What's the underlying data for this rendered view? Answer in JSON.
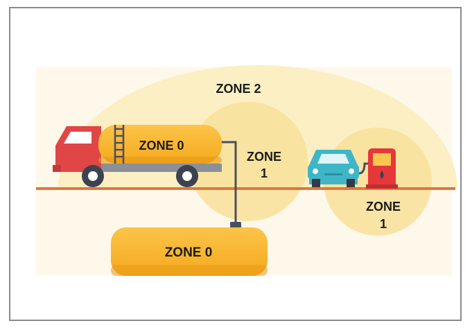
{
  "zones": {
    "zone2_label": "ZONE 2",
    "tank_zone_label": "ZONE 0",
    "tank_zone1_line1": "ZONE",
    "tank_zone1_line2": "1",
    "pump_zone1_line1": "ZONE",
    "pump_zone1_line2": "1",
    "underground_tank_label": "ZONE 0"
  },
  "icons": {
    "truck": "tanker-truck-icon",
    "car": "car-icon",
    "pump": "fuel-pump-icon"
  },
  "colors": {
    "zone2": "#fbf0c7",
    "zone1": "#f9e4a0",
    "tank": "#f7b52a",
    "ground": "#e2763b",
    "truck_cab": "#e14646",
    "car": "#3fb6c7",
    "pump": "#e5383a"
  }
}
